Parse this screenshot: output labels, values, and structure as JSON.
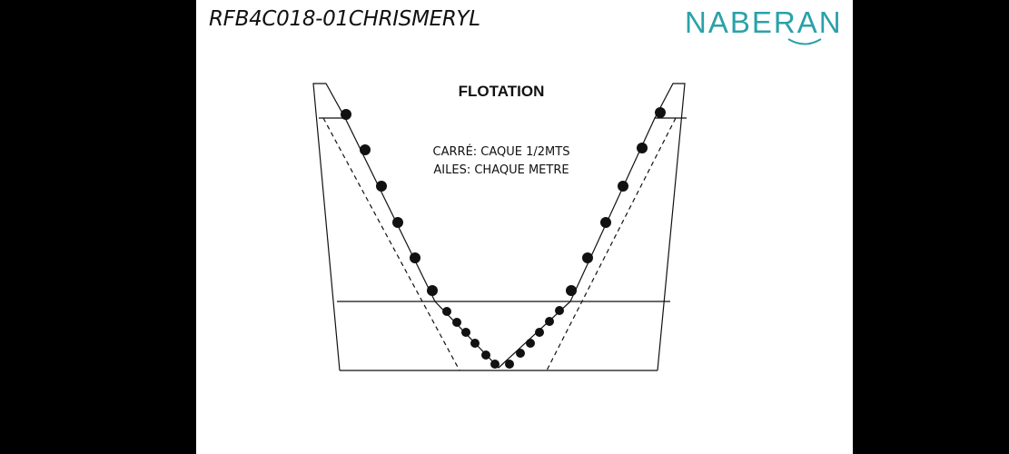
{
  "header": {
    "code": "RFB4C018-01CHRISMERYL",
    "brand": "NABERAN"
  },
  "diagram": {
    "title": "FLOTATION",
    "notes": [
      "CARRÉ: CAQUE 1/2MTS",
      "AILES: CHAQUE METRE"
    ]
  },
  "colors": {
    "background_outer": "#000000",
    "page": "#ffffff",
    "ink": "#111111",
    "brand": "#2aa2a8"
  }
}
